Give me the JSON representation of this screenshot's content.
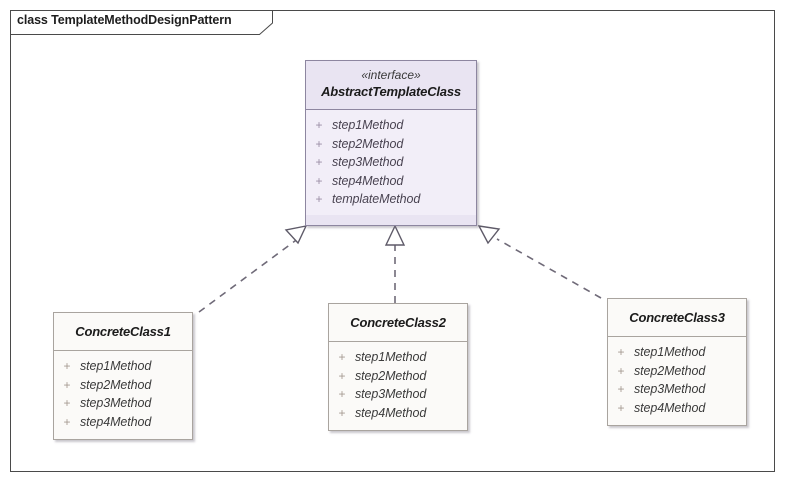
{
  "frame": {
    "label": "class TemplateMethodDesignPattern"
  },
  "colors": {
    "interface_fill": "#e9e4f2",
    "interface_body_fill": "#f2eef8",
    "interface_border": "#8d86a0",
    "concrete_fill": "#fbfaf8",
    "concrete_border": "#a9a49f",
    "frame_border": "#4a4a4a",
    "connector": "#6f6a78",
    "page_background": "#ffffff"
  },
  "classes": {
    "abstract": {
      "stereotype": "«interface»",
      "name": "AbstractTemplateClass",
      "members": [
        {
          "visibility": "+",
          "name": "step1Method"
        },
        {
          "visibility": "+",
          "name": "step2Method"
        },
        {
          "visibility": "+",
          "name": "step3Method"
        },
        {
          "visibility": "+",
          "name": "step4Method"
        },
        {
          "visibility": "+",
          "name": "templateMethod"
        }
      ]
    },
    "concrete1": {
      "name": "ConcreteClass1",
      "members": [
        {
          "visibility": "+",
          "name": "step1Method"
        },
        {
          "visibility": "+",
          "name": "step2Method"
        },
        {
          "visibility": "+",
          "name": "step3Method"
        },
        {
          "visibility": "+",
          "name": "step4Method"
        }
      ]
    },
    "concrete2": {
      "name": "ConcreteClass2",
      "members": [
        {
          "visibility": "+",
          "name": "step1Method"
        },
        {
          "visibility": "+",
          "name": "step2Method"
        },
        {
          "visibility": "+",
          "name": "step3Method"
        },
        {
          "visibility": "+",
          "name": "step4Method"
        }
      ]
    },
    "concrete3": {
      "name": "ConcreteClass3",
      "members": [
        {
          "visibility": "+",
          "name": "step1Method"
        },
        {
          "visibility": "+",
          "name": "step2Method"
        },
        {
          "visibility": "+",
          "name": "step3Method"
        },
        {
          "visibility": "+",
          "name": "step4Method"
        }
      ]
    }
  },
  "relationships": [
    {
      "type": "realization",
      "from": "ConcreteClass1",
      "to": "AbstractTemplateClass",
      "line": "dashed",
      "arrowhead": "hollow-triangle"
    },
    {
      "type": "realization",
      "from": "ConcreteClass2",
      "to": "AbstractTemplateClass",
      "line": "dashed",
      "arrowhead": "hollow-triangle"
    },
    {
      "type": "realization",
      "from": "ConcreteClass3",
      "to": "AbstractTemplateClass",
      "line": "dashed",
      "arrowhead": "hollow-triangle"
    }
  ]
}
